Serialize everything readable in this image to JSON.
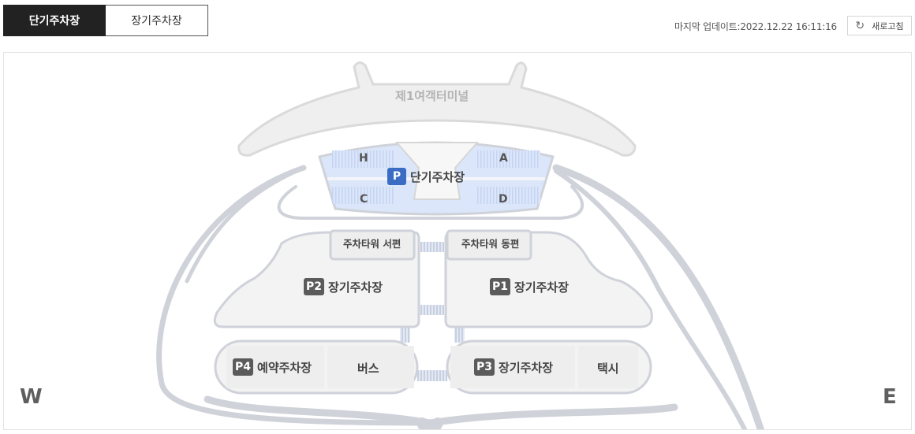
{
  "tabs": [
    {
      "label": "단기주차장",
      "active": true
    },
    {
      "label": "장기주차장",
      "active": false
    }
  ],
  "header": {
    "update_label": "마지막 업데이트:",
    "update_time": "2022.12.22 16:11:16",
    "refresh_label": "새로고침",
    "refresh_icon": "refresh-icon"
  },
  "map": {
    "terminal": "제1여객터미널",
    "short_term": {
      "badge": "P",
      "label": "단기주차장",
      "color": "#3a6cc4"
    },
    "gates": {
      "h": "H",
      "a": "A",
      "c": "C",
      "d": "D"
    },
    "towers": {
      "west": "주차타워 서편",
      "east": "주차타워 동편"
    },
    "p2": {
      "badge": "P2",
      "label": "장기주차장"
    },
    "p1": {
      "badge": "P1",
      "label": "장기주차장"
    },
    "p4": {
      "badge": "P4",
      "label": "예약주차장"
    },
    "bus": "버스",
    "p3": {
      "badge": "P3",
      "label": "장기주차장"
    },
    "taxi": "택시",
    "compass": {
      "west": "W",
      "east": "E"
    }
  },
  "colors": {
    "tab_active_bg": "#222222",
    "badge_bg": "#5b5b5b",
    "short_term_badge": "#3a6cc4",
    "short_term_fill": "#dde8fb",
    "road": "#cfd2d9",
    "lot_fill": "#f3f3f3"
  }
}
